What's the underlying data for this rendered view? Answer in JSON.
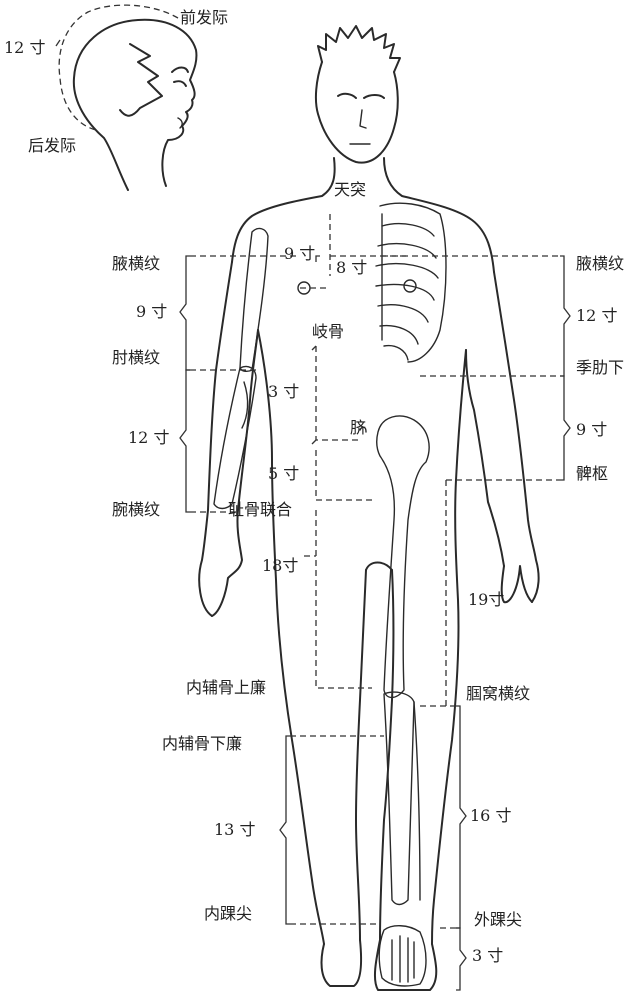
{
  "labels": {
    "anterior_hairline": "前发际",
    "posterior_hairline": "后发际",
    "head_12cun": "12 寸",
    "tiantu": "天突",
    "axillary_fold_left": "腋横纹",
    "axillary_fold_right": "腋横纹",
    "upper_arm_9cun": "9 寸",
    "elbow_crease": "肘横纹",
    "forearm_12cun": "12 寸",
    "wrist_crease": "腕横纹",
    "nipples_9cun": "9 寸",
    "chest_8cun": "8 寸",
    "xiphoid": "岐骨",
    "upper_abd_3cun": "3 寸",
    "navel": "脐",
    "lower_abd_5cun": "5 寸",
    "pubic_symphysis": "耻骨联合",
    "thigh_18cun": "18寸",
    "medial_condyle_upper": "内辅骨上廉",
    "medial_condyle_lower": "内辅骨下廉",
    "leg_13cun": "13 寸",
    "medial_malleolus": "内踝尖",
    "lateral_trunk_12cun": "12 寸",
    "rib_lower": "季肋下",
    "flank_9cun": "9 寸",
    "greater_trochanter": "髀枢",
    "thigh_lateral_19cun": "19寸",
    "popliteal_crease": "腘窝横纹",
    "leg_lateral_16cun": "16 寸",
    "lateral_malleolus": "外踝尖",
    "foot_3cun": "3 寸"
  }
}
